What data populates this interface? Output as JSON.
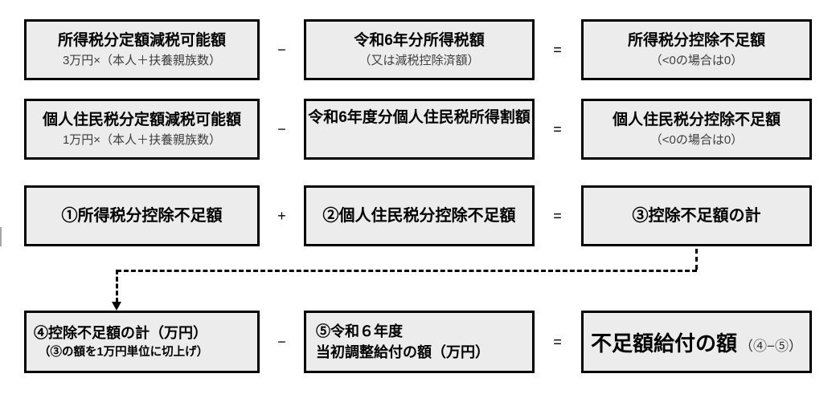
{
  "diagram": {
    "colors": {
      "box_fill": "#ececec",
      "box_border": "#000000",
      "subtitle_text": "#3d3d3d"
    },
    "rows": [
      {
        "op1": "−",
        "op2": "=",
        "boxes": [
          {
            "title": "所得税分定額減税可能額",
            "subtitle": "3万円×（本人＋扶養親族数）"
          },
          {
            "title": "令和6年分所得税額",
            "subtitle": "（又は減税控除済額）"
          },
          {
            "title": "所得税分控除不足額",
            "subtitle": "（<0の場合は0）"
          }
        ]
      },
      {
        "op1": "−",
        "op2": "=",
        "boxes": [
          {
            "title": "個人住民税分定額減税可能額",
            "subtitle": "1万円×（本人＋扶養親族数）"
          },
          {
            "title": "令和6年度分個人住民税所得割額"
          },
          {
            "title": "個人住民税分控除不足額",
            "subtitle": "（<0の場合は0）"
          }
        ]
      },
      {
        "op1": "+",
        "op2": "=",
        "boxes": [
          {
            "title": "①所得税分控除不足額"
          },
          {
            "title": "②個人住民税分控除不足額"
          },
          {
            "title": "③控除不足額の計"
          }
        ]
      },
      {
        "op1": "−",
        "op2": "=",
        "boxes": [
          {
            "line1": "④控除不足額の計（万円）",
            "line2": "（③の額を1万円単位に切上げ）"
          },
          {
            "line1": "⑤令和６年度",
            "line2": "当初調整給付の額（万円）"
          },
          {
            "title": "不足額給付の額",
            "suffix": "（④−⑤）"
          }
        ]
      }
    ]
  }
}
